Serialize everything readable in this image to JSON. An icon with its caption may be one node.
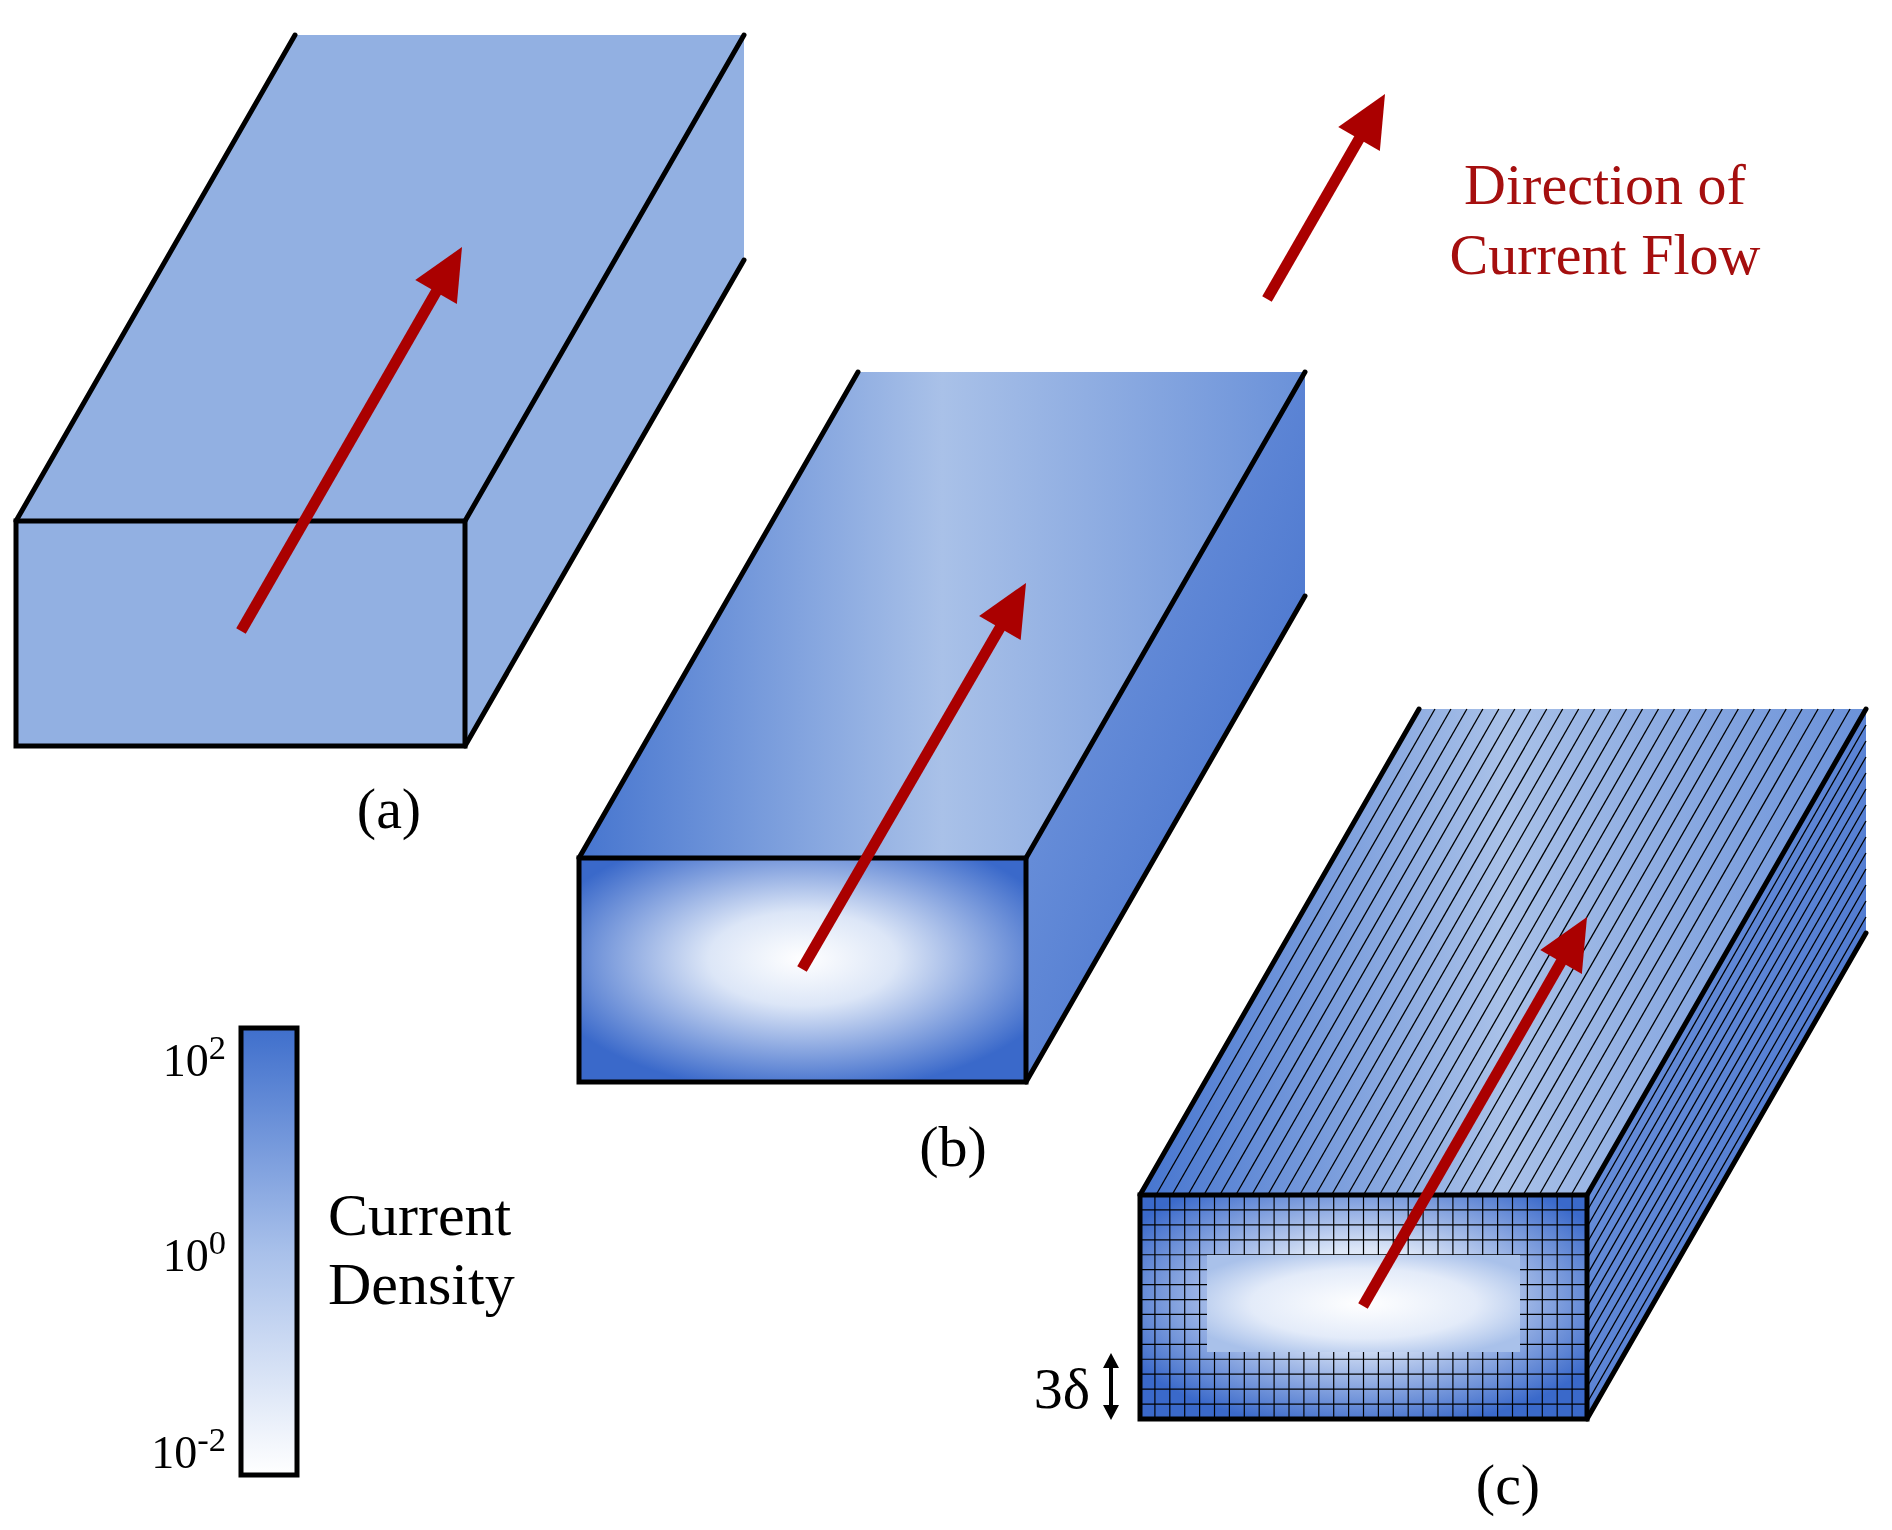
{
  "diagram": {
    "labels": [
      "Direction of Current Flow",
      "(a)",
      "(b)",
      "10$^{2}$",
      "Current Density",
      "10$^{0}$",
      "3δ",
      "10$^{-2}$",
      "(c)"
    ]
  }
}
